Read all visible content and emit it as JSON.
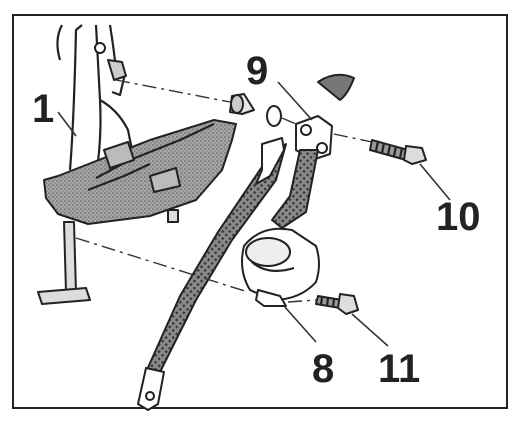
{
  "callouts": {
    "c1": "1",
    "c8": "8",
    "c9": "9",
    "c10": "10",
    "c11": "11"
  },
  "colors": {
    "line": "#222222",
    "panel_fill": "#9a9a9a",
    "belt_fill": "#6e6e6e",
    "background": "#ffffff"
  }
}
